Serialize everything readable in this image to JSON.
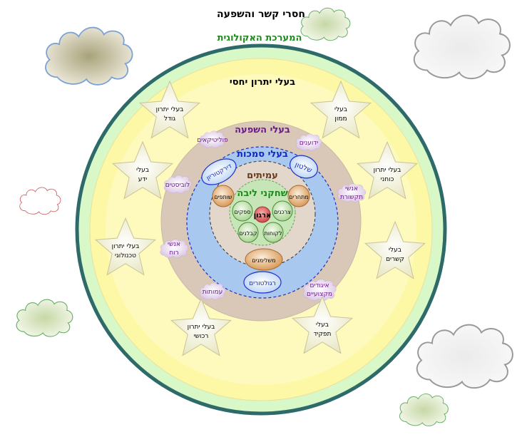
{
  "title": "חסרי קשר והשפעה",
  "rings": {
    "ecosystem": "המערכת האקולוגית",
    "relative_advantage": "בעלי יתרון יחסי",
    "influence": "בעלי השפעה",
    "authority": "בעלי סמכות",
    "peers": "עמיתים",
    "core_players": "שחקני ליבה",
    "organization": "ארגון"
  },
  "core_nodes": {
    "suppliers": "ספקים",
    "needs": "צרכנים",
    "receivers": "קבלנים",
    "customers": "לקוחות"
  },
  "peer_nodes": {
    "partners": "שותפים",
    "competitors": "מתחרים",
    "complementors": "משלימנים"
  },
  "authority_nodes": {
    "directorate": "דירקטוריון",
    "government": "שלטון",
    "regulators": "רגולטורים"
  },
  "influence_clouds": {
    "politicians": "פוליטיקאים",
    "celebrities": "ידוענים",
    "lobbyists": "לוביסטים",
    "pr_people": [
      "אנשי",
      "תקשורת"
    ],
    "spirit_people": [
      "אנשי",
      "רוח"
    ],
    "associations": "עמותות",
    "professional_unions": [
      "איגודים",
      "מקצועיים"
    ]
  },
  "stars": {
    "size": [
      "בעלי יתרון",
      "גודל"
    ],
    "money": [
      "בעלי",
      "ממון"
    ],
    "knowledge": [
      "בעלי",
      "ידע"
    ],
    "strength": [
      "בעלי יתרון",
      "כוחני"
    ],
    "technology": [
      "בעלי יתרון",
      "טכנולוגי"
    ],
    "connections": [
      "בעלי",
      "קשרים"
    ],
    "property": [
      "בעלי יתרון",
      "רכושי"
    ],
    "function": [
      "בעלי",
      "תפקיד"
    ]
  },
  "colors": {
    "ecosystem_fill": "#d8f8c8",
    "ecosystem_stroke": "#2f6a6a",
    "advantage_fill": "#fdf8a6",
    "influence_fill": "#d9c7b7",
    "authority_fill": "#a9c8f0",
    "authority_stroke": "#1f2fc8",
    "peers_fill": "#e3d7cc",
    "core_fill": "#c6e6b7",
    "org_fill": "#e06060",
    "green_text": "#1e8a1e",
    "purple_text": "#6a1a8a",
    "blue_text": "#1028c0",
    "brown_text": "#6b3a18"
  }
}
